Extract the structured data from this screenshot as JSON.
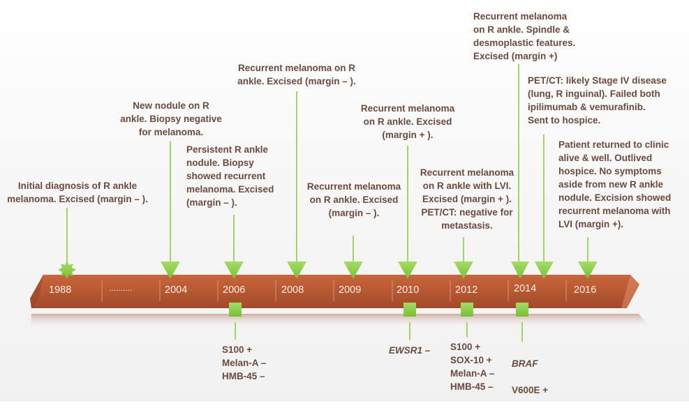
{
  "timeline": {
    "colors": {
      "bar": "#b75a33",
      "marker": "#8dcf45",
      "text": "#6b4a3e",
      "year_text": "#fbeee6"
    },
    "ticks": [
      "1988",
      "..........",
      "2004",
      "2006",
      "2008",
      "2009",
      "2010",
      "2012",
      "2014",
      "2016"
    ],
    "events_above": [
      {
        "year": "1988",
        "marker": "starburst-icon",
        "text": "Initial diagnosis of R ankle\nmelanoma. Excised (margin – )."
      },
      {
        "year": "2004",
        "marker": "arrow-down-icon",
        "text": "New nodule on R\nankle. Biopsy negative\nfor melanoma."
      },
      {
        "year": "2006",
        "marker": "arrow-down-icon",
        "text": "Persistent R ankle\nnodule. Biopsy\nshowed recurrent\nmelanoma. Excised\n(margin – )."
      },
      {
        "year": "2008",
        "marker": "arrow-down-icon",
        "text": "Recurrent melanoma on R\nankle. Excised (margin – )."
      },
      {
        "year": "2009",
        "marker": "arrow-down-icon",
        "text": "Recurrent melanoma\non R ankle. Excised\n(margin – )."
      },
      {
        "year": "2010",
        "marker": "arrow-down-icon",
        "text": "Recurrent melanoma\non R ankle. Excised\n(margin + )."
      },
      {
        "year": "2012",
        "marker": "arrow-down-icon",
        "text": "Recurrent melanoma\non R ankle with LVI.\nExcised (margin + ).\nPET/CT: negative for\nmetastasis."
      },
      {
        "year": "2014",
        "marker": "arrow-down-icon",
        "text": "Recurrent melanoma\non R ankle. Spindle &\ndesmoplastic features.\nExcised (margin +)"
      },
      {
        "year": "2014",
        "marker": "arrow-down-icon",
        "text": "PET/CT: likely Stage IV disease\n(lung, R inguinal). Failed both\nipilimumab & vemurafinib.\nSent to hospice."
      },
      {
        "year": "2016",
        "marker": "arrow-down-icon",
        "text": "Patient returned to clinic\nalive & well. Outlived\nhospice. No symptoms\naside from new R ankle\nnodule. Excision showed\nrecurrent melanoma with\nLVI (margin +)."
      }
    ],
    "events_below": [
      {
        "year": "2006",
        "marker": "square-icon",
        "text": "S100 +\nMelan-A –\nHMB-45 –"
      },
      {
        "year": "2010",
        "marker": "square-icon",
        "text": "EWSR1 –"
      },
      {
        "year": "2012",
        "marker": "square-icon",
        "text": "S100 +\nSOX-10 +\nMelan-A –\nHMB-45 –"
      },
      {
        "year": "2014",
        "marker": "square-icon",
        "gene": "BRAF",
        "text": "V600E +"
      }
    ]
  }
}
